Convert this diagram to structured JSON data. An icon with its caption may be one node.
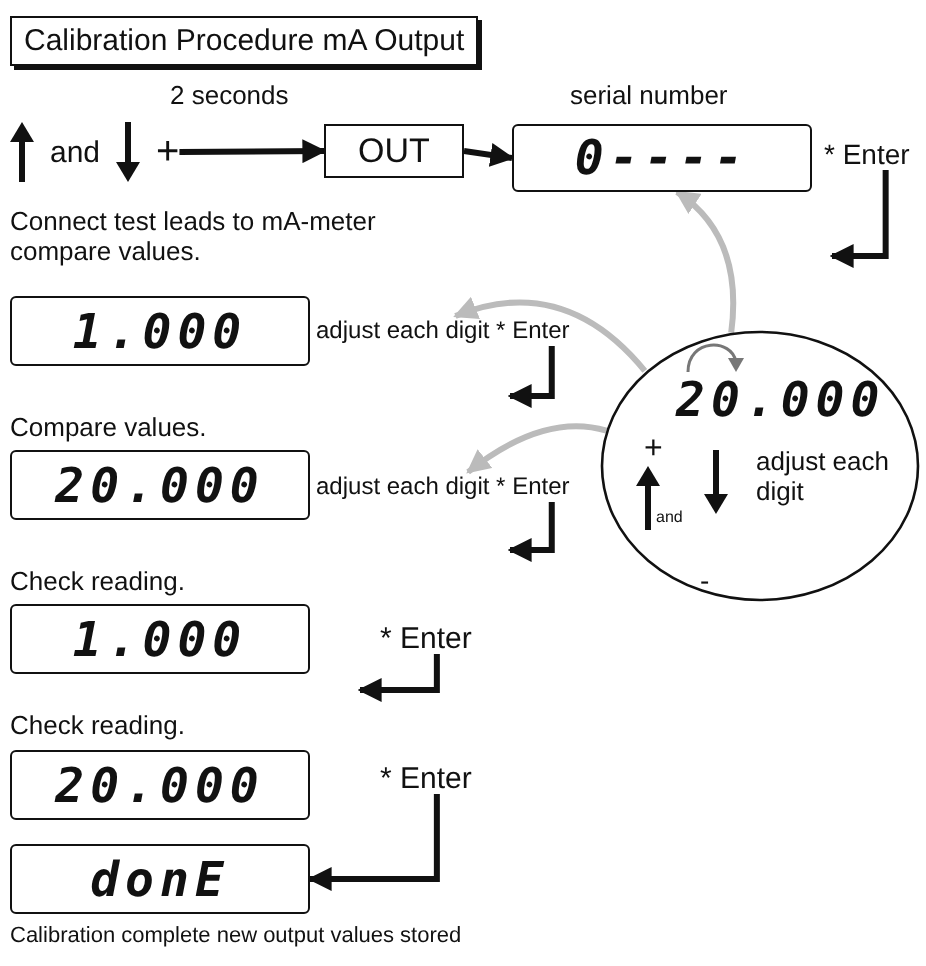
{
  "diagram": {
    "title": "Calibration Procedure mA Output",
    "nodes": [
      {
        "text": [
          "and",
          "+"
        ],
        "beside": [
          "2 seconds"
        ]
      },
      {
        "text": [
          "OUT"
        ]
      },
      {
        "text": [
          "0----"
        ],
        "beside": [
          "serial number"
        ]
      },
      {
        "text": [
          "* Enter"
        ]
      },
      {
        "text": [
          "1.000"
        ],
        "beside": [
          "Connect test leads to mA-meter compare values."
        ]
      },
      {
        "text": [
          "adjust each digit * Enter"
        ]
      },
      {
        "text": [
          "20.000"
        ],
        "beside": [
          "Compare values."
        ]
      },
      {
        "text": [
          "adjust each digit * Enter"
        ]
      },
      {
        "text": [
          "1.000"
        ],
        "beside": [
          "Check reading."
        ]
      },
      {
        "text": [
          "* Enter"
        ]
      },
      {
        "text": [
          "20.000"
        ],
        "beside": [
          "Check reading."
        ]
      },
      {
        "text": [
          "* Enter"
        ]
      },
      {
        "text": [
          "donE"
        ],
        "beside": [
          "Calibration complete new output values stored"
        ]
      },
      {
        "text": [
          "20.000",
          "+",
          "and",
          "-",
          "adjust each digit"
        ]
      }
    ],
    "edges": [
      {
        "from": 0,
        "to": 1,
        "arrow": "to"
      },
      {
        "from": 1,
        "to": 2,
        "arrow": "to"
      },
      {
        "from": 3,
        "to": null,
        "arrow": "to"
      },
      {
        "from": 5,
        "to": null,
        "arrow": "to"
      },
      {
        "from": 7,
        "to": null,
        "arrow": "to"
      },
      {
        "from": 9,
        "to": null,
        "arrow": "to"
      },
      {
        "from": 11,
        "to": 12,
        "arrow": "to"
      },
      {
        "from": 13,
        "to": 2,
        "arrow": "to",
        "color": "#bbbbbb"
      },
      {
        "from": 13,
        "to": 5,
        "arrow": "to",
        "color": "#bbbbbb"
      },
      {
        "from": 13,
        "to": 7,
        "arrow": "to",
        "color": "#bbbbbb"
      }
    ]
  }
}
